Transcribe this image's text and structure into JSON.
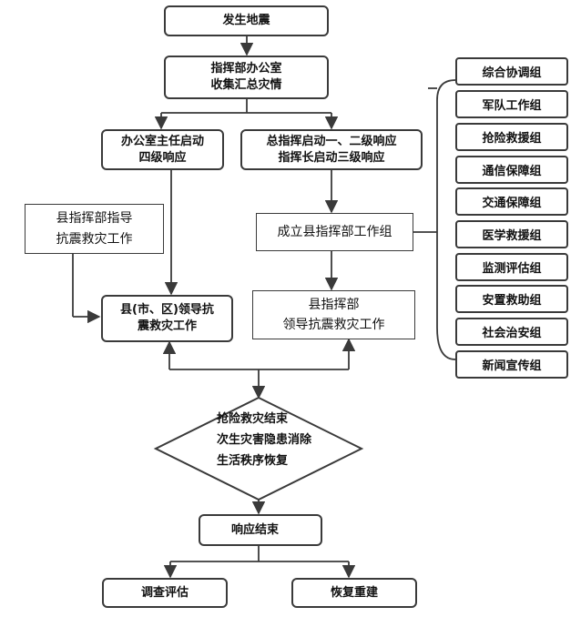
{
  "flow": {
    "start": "发生地震",
    "office": [
      "指挥部办公室",
      "收集汇总灾情"
    ],
    "level4": [
      "办公室主任启动",
      "四级响应"
    ],
    "level123": [
      "总指挥启动一、二级响应",
      "指挥长启动三级响应"
    ],
    "county_guidance": [
      "县指挥部指导",
      "抗震救灾工作"
    ],
    "form_group": "成立县指挥部工作组",
    "local_lead": [
      "县(市、区)领导抗",
      "震救灾工作"
    ],
    "county_lead": [
      "县指挥部",
      "领导抗震救灾工作"
    ],
    "decision": [
      "抢险救灾结束",
      "次生灾害隐患消除",
      "生活秩序恢复"
    ],
    "end": "响应结束",
    "survey": "调查评估",
    "rebuild": "恢复重建"
  },
  "groups": [
    "综合协调组",
    "军队工作组",
    "抢险救援组",
    "通信保障组",
    "交通保障组",
    "医学救援组",
    "监测评估组",
    "安置救助组",
    "社会治安组",
    "新闻宣传组"
  ]
}
